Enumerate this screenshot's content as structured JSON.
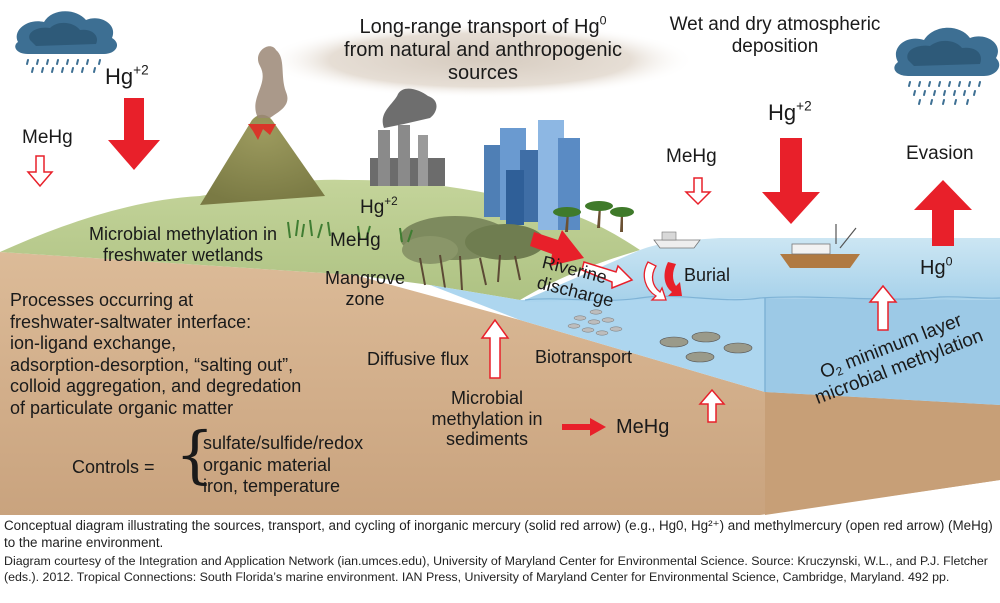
{
  "title": {
    "line1_a": "Long-range transport of Hg",
    "line1_sup": "0",
    "line2": "from natural and anthropogenic",
    "line3": "sources"
  },
  "deposition": {
    "line1": "Wet and dry atmospheric",
    "line2": "deposition"
  },
  "left": {
    "hg2_base": "Hg",
    "hg2_sup": "+2",
    "mehg": "MeHg"
  },
  "right": {
    "hg2_base": "Hg",
    "hg2_sup": "+2",
    "mehg": "MeHg",
    "evasion": "Evasion",
    "hg0_base": "Hg",
    "hg0_sup": "0"
  },
  "land": {
    "hg2_base": "Hg",
    "hg2_sup": "+2",
    "mehg": "MeHg",
    "microbial_wetlands_1": "Microbial methylation in",
    "microbial_wetlands_2": "freshwater wetlands",
    "mangrove_1": "Mangrove",
    "mangrove_2": "zone"
  },
  "water": {
    "riverine_1": "Riverine",
    "riverine_2": "discharge",
    "burial": "Burial",
    "biotransport": "Biotransport",
    "o2_pre": "O",
    "o2_sub": "2",
    "o2_post": " minimum layer",
    "o2_line2": "microbial methylation"
  },
  "sediment": {
    "diffusive": "Diffusive flux",
    "microbial_1": "Microbial",
    "microbial_2": "methylation in",
    "microbial_3": "sediments",
    "mehg": "MeHg"
  },
  "processes": [
    "Processes occurring at",
    "freshwater-saltwater interface:",
    "ion-ligand exchange,",
    "adsorption-desorption, “salting out”,",
    "colloid aggregation, and degredation",
    "of particulate organic matter"
  ],
  "controls": {
    "label": "Controls =",
    "brace": "{",
    "items": [
      "sulfate/sulfide/redox",
      "organic material",
      "iron, temperature"
    ]
  },
  "caption": {
    "main": "Conceptual diagram illustrating the sources, transport, and cycling of inorganic mercury (solid red arrow) (e.g., Hg0, Hg²⁺) and methylmercury (open red arrow) (MeHg) to the marine environment.",
    "credit": "Diagram courtesy of the Integration and Application Network (ian.umces.edu), University of Maryland Center for Environmental Science.  Source: Kruczynski, W.L., and P.J. Fletcher (eds.). 2012. Tropical Connections: South Florida’s marine environment. IAN Press, University of Maryland Center for Environmental Science, Cambridge, Maryland. 492 pp."
  },
  "colors": {
    "sediment": "#d7b592",
    "land": "#b7c98b",
    "water": "#bfdff0",
    "water_front": "#a9d4ee",
    "arrow_red": "#e8202a",
    "cloud": "#3d6f93"
  }
}
